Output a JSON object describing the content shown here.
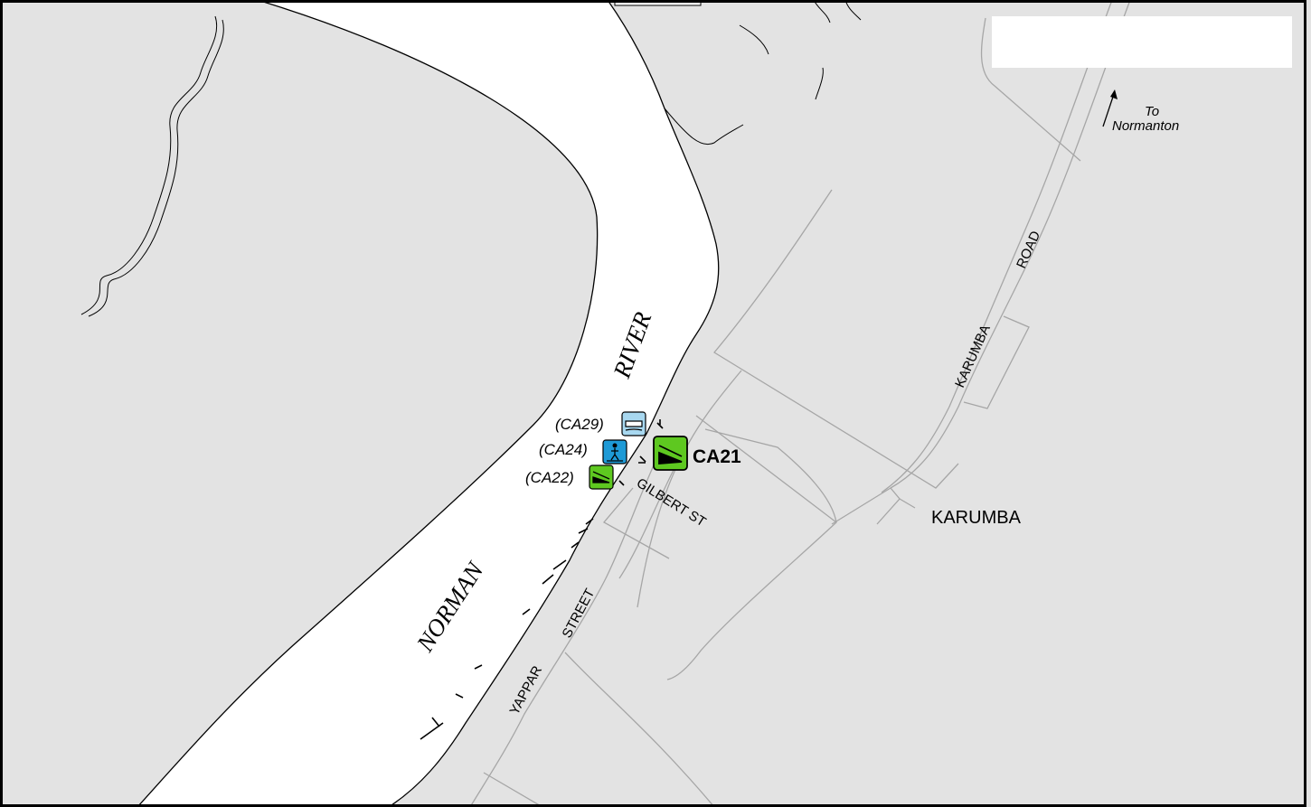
{
  "place_labels": {
    "town": "KARUMBA",
    "to": "To",
    "normanton": "Normanton"
  },
  "river_labels": {
    "norman": "NORMAN",
    "river": "RIVER"
  },
  "streets": {
    "karumba": "KARUMBA",
    "road": "ROAD",
    "gilbert": "GILBERT ST",
    "yappar": "YAPPAR",
    "street": "STREET"
  },
  "facilities": [
    {
      "code": "(CA29)",
      "icon": "vehicle-ferry-icon",
      "color": "#a8d8f0"
    },
    {
      "code": "(CA24)",
      "icon": "pedestrian-jetty-icon",
      "color": "#1e9ad6"
    },
    {
      "code": "(CA22)",
      "icon": "boat-ramp-icon",
      "color": "#5ec820"
    },
    {
      "code": "CA21",
      "icon": "boat-ramp-icon",
      "color": "#5ec820"
    }
  ],
  "colors": {
    "land": "#e3e3e3",
    "water": "#ffffff",
    "roads": "#a6a6a6"
  }
}
